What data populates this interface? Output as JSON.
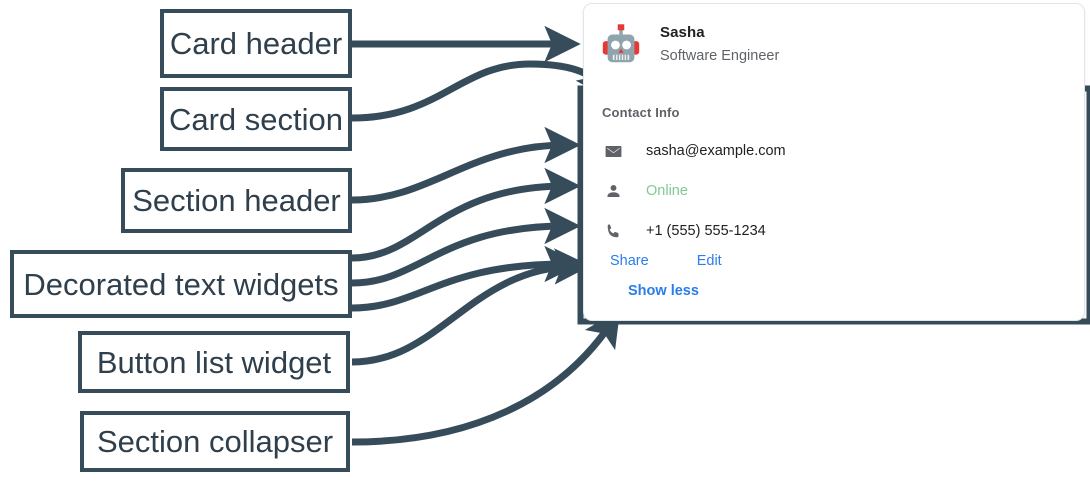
{
  "annotations": {
    "labels": [
      {
        "id": "card-header",
        "text": "Card header"
      },
      {
        "id": "card-section",
        "text": "Card section"
      },
      {
        "id": "section-header",
        "text": "Section header"
      },
      {
        "id": "decorated-text",
        "text": "Decorated text widgets"
      },
      {
        "id": "button-list",
        "text": "Button list widget"
      },
      {
        "id": "section-collapser",
        "text": "Section collapser"
      }
    ],
    "stroke_color": "#374c5a"
  },
  "card": {
    "header": {
      "avatar_icon": "robot-avatar-icon",
      "name": "Sasha",
      "subtitle": "Software Engineer"
    },
    "section": {
      "header": "Contact Info",
      "rows": [
        {
          "icon": "email-icon",
          "text": "sasha@example.com",
          "color": "#202124"
        },
        {
          "icon": "person-icon",
          "text": "Online",
          "color": "#81c995"
        },
        {
          "icon": "phone-icon",
          "text": "+1 (555) 555-1234",
          "color": "#202124"
        }
      ],
      "buttons": [
        {
          "label": "Share"
        },
        {
          "label": "Edit"
        }
      ],
      "collapser": "Show less"
    }
  },
  "colors": {
    "link": "#2b7de9",
    "online_green": "#81c995",
    "muted": "#5f6368",
    "annotation": "#374c5a"
  }
}
